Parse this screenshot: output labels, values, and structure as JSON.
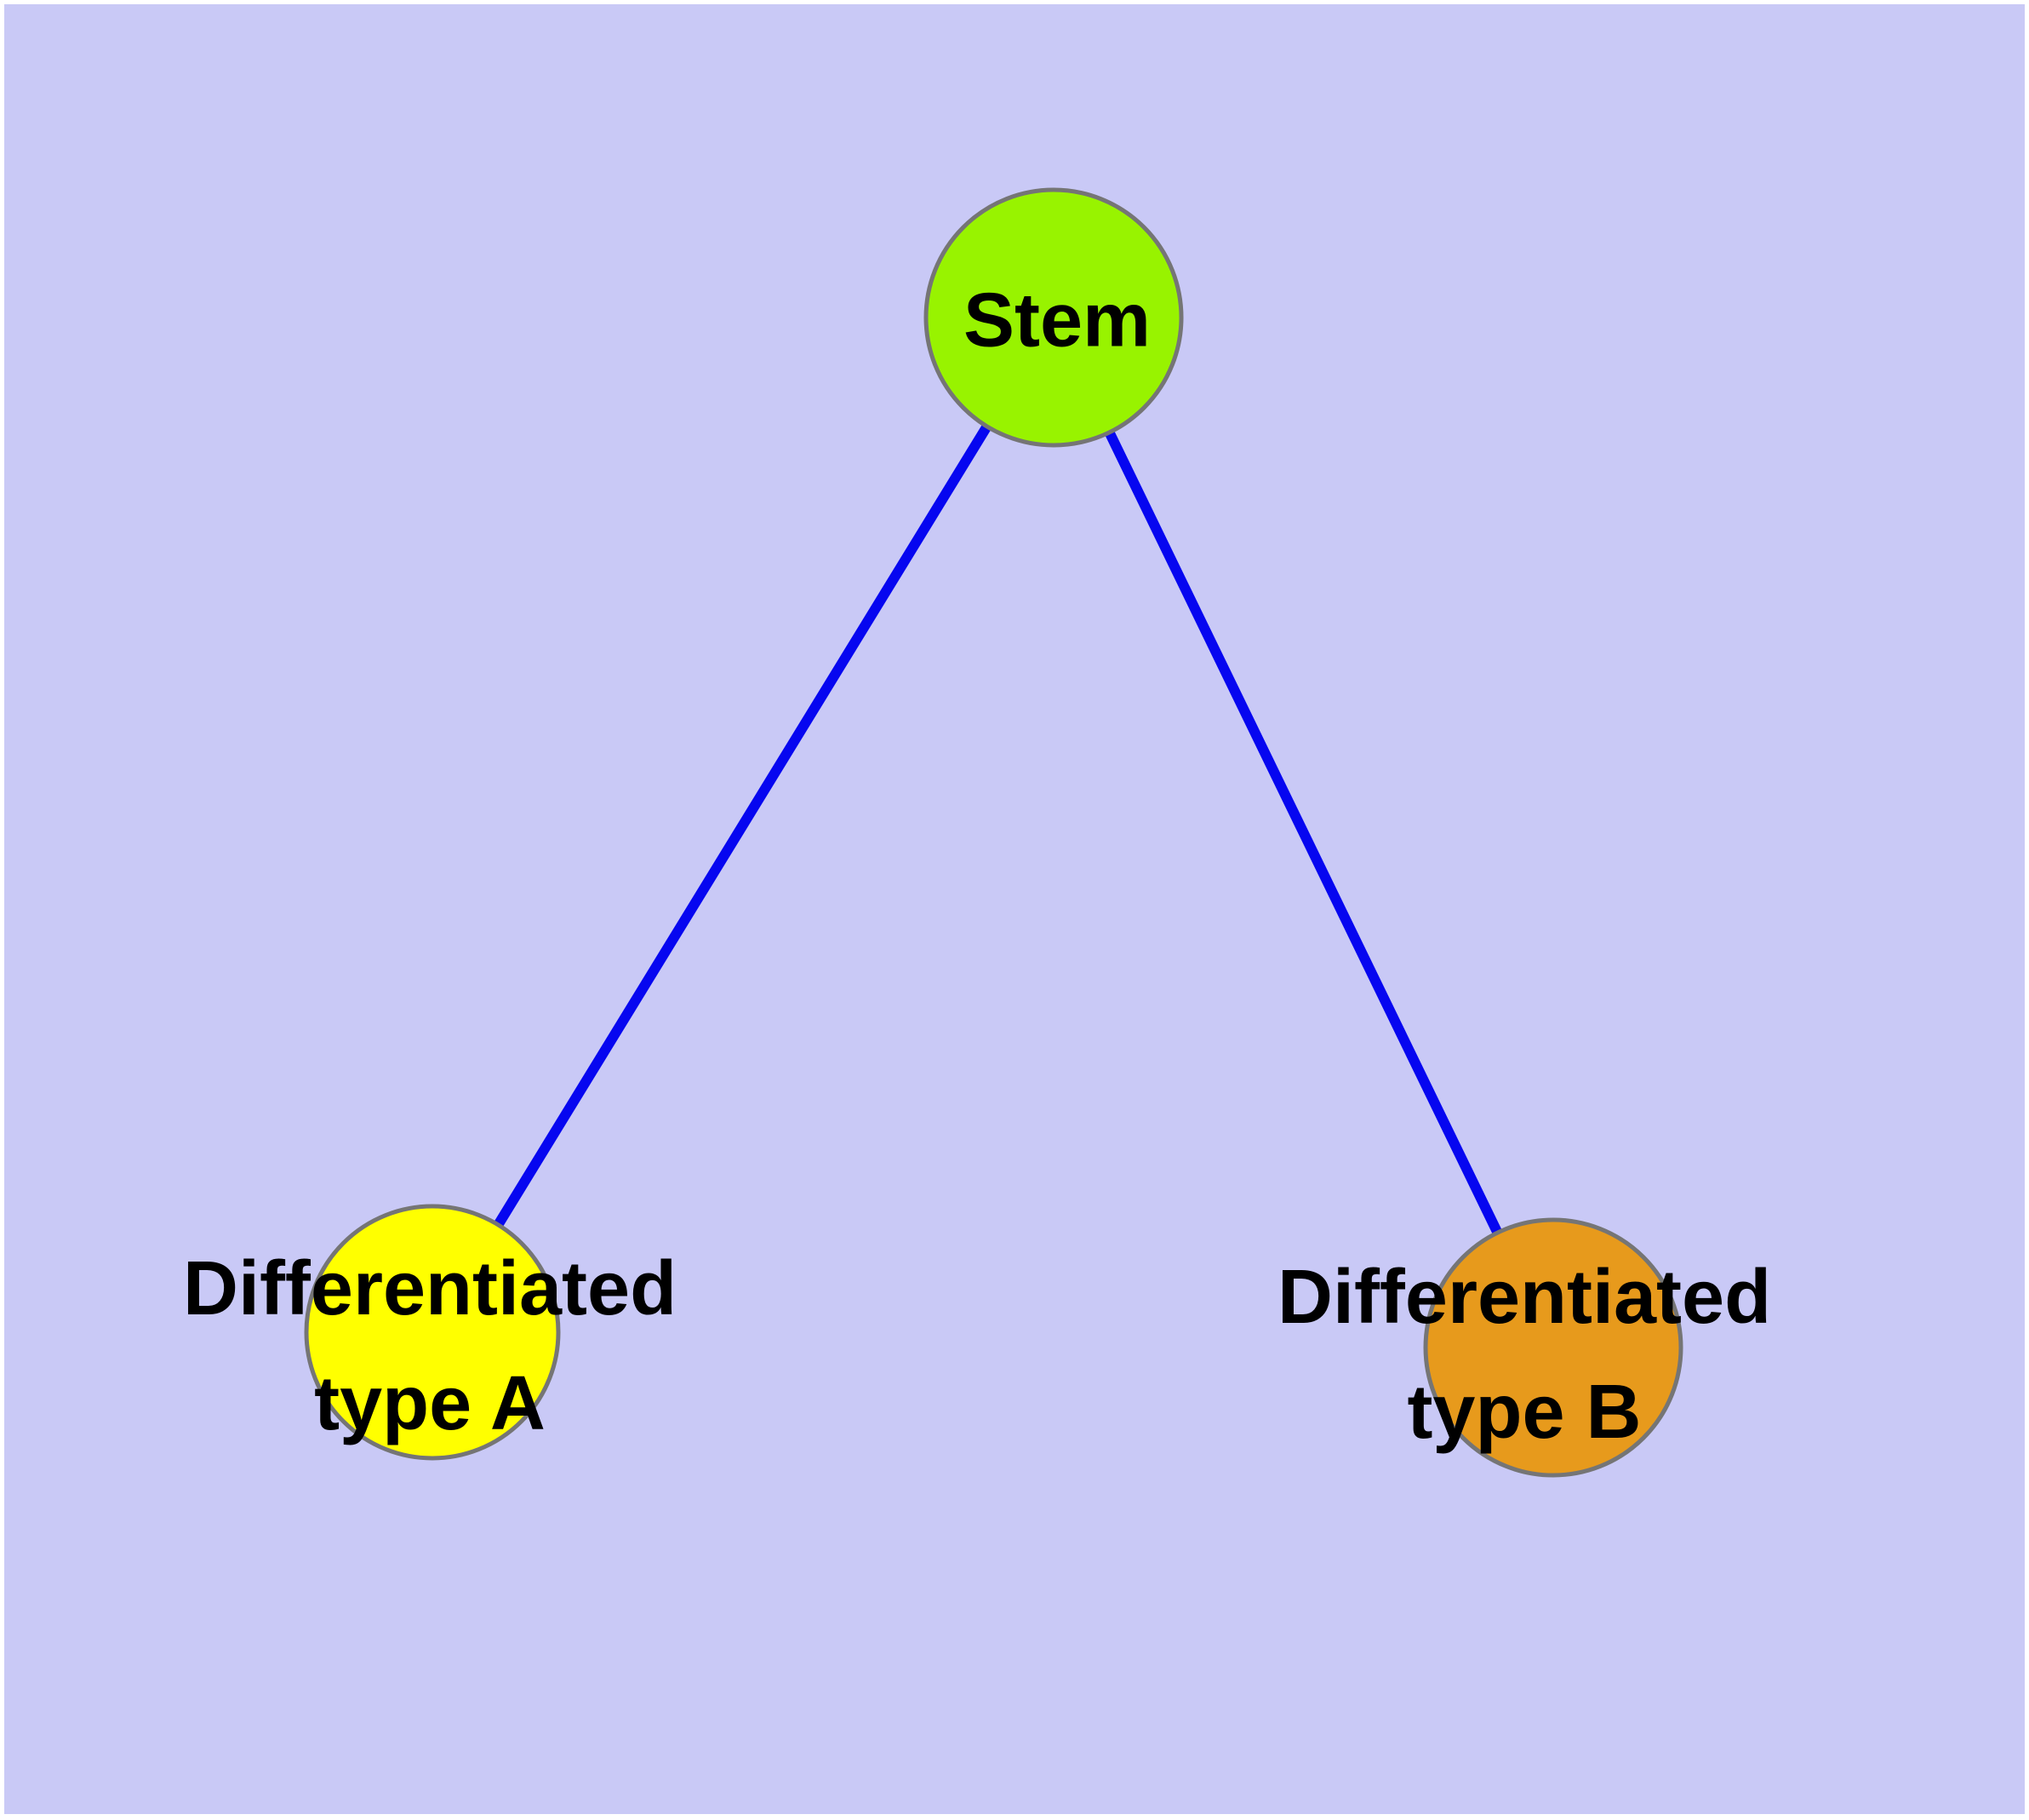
{
  "page": {
    "background_color": "#ffffff"
  },
  "diagram": {
    "background_color": "#c9c9f6",
    "edge_color": "#0606f0",
    "node_border_color": "#757575",
    "text_color": "#000000",
    "nodes": [
      {
        "id": "stem",
        "label_lines": [
          "Stem"
        ],
        "fill": "#98f300"
      },
      {
        "id": "differentiated-type-a",
        "label_lines": [
          "Differentiated",
          "type A"
        ],
        "fill": "#ffff00"
      },
      {
        "id": "differentiated-type-b",
        "label_lines": [
          "Differentiated",
          "type B"
        ],
        "fill": "#e79a1c"
      }
    ],
    "edges": [
      {
        "from": "stem",
        "to": "differentiated-type-a"
      },
      {
        "from": "stem",
        "to": "differentiated-type-b"
      }
    ]
  }
}
